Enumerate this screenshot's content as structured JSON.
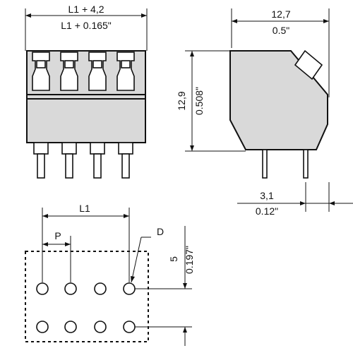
{
  "dimensions": {
    "width_mm": "L1 + 4,2",
    "width_in": "L1 + 0.165\"",
    "depth_mm": "12,7",
    "depth_in": "0.5\"",
    "height_mm": "12,9",
    "height_in": "0.508\"",
    "pin_offset_mm": "3,1",
    "pin_offset_in": "0.12\"",
    "footprint_length": "L1",
    "pitch": "P",
    "hole_diameter": "D",
    "row_spacing_mm": "5",
    "row_spacing_in": "0.197\""
  },
  "colors": {
    "outline": "#111111",
    "body_fill": "#d9d9d9",
    "background": "#ffffff"
  }
}
